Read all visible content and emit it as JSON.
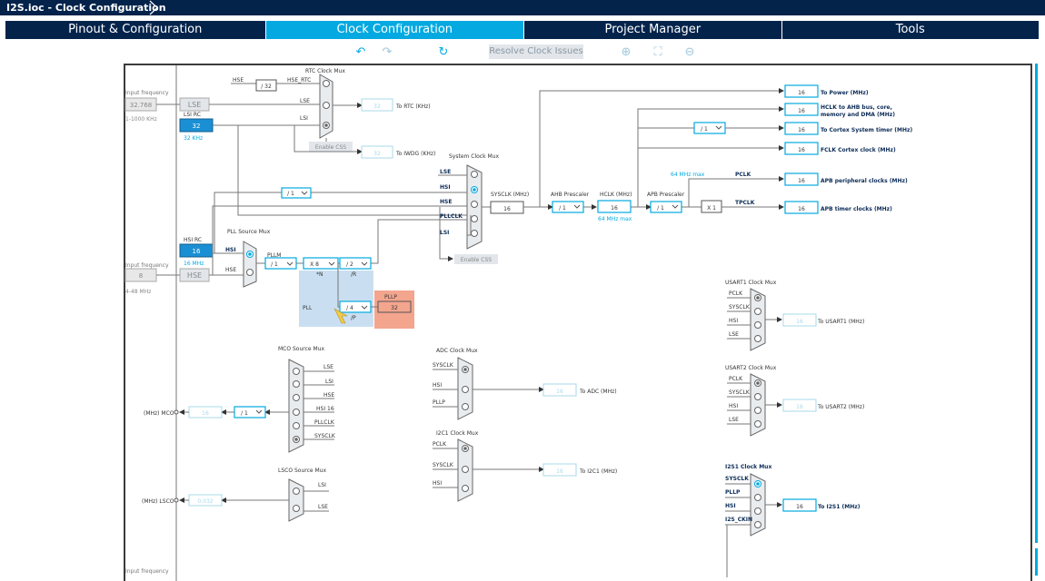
{
  "window": {
    "title": "I2S.ioc - Clock Configuration"
  },
  "tabs": [
    {
      "label": "Pinout & Configuration"
    },
    {
      "label": "Clock Configuration"
    },
    {
      "label": "Project Manager"
    },
    {
      "label": "Tools"
    }
  ],
  "toolbar": {
    "resolve_label": "Resolve Clock Issues"
  },
  "colors": {
    "navy": "#03234b",
    "accent": "#03a9e0",
    "pllp_box": "#f4a58e",
    "pll_area": "#c9dff1",
    "hsi_rc": "#1a8fd4"
  },
  "inputs": {
    "lse": {
      "freq_label": "Input frequency",
      "value": "32.768",
      "range": "1-1000 KHz",
      "name": "LSE"
    },
    "lsi": {
      "name": "LSI RC",
      "value": "32",
      "unit": "32 KHz"
    },
    "hsi": {
      "name": "HSI RC",
      "value": "16",
      "unit": "16 MHz"
    },
    "hse": {
      "freq_label": "Input frequency",
      "value": "8",
      "range": "4-48 MHz",
      "name": "HSE"
    },
    "bottom_label": "Input frequency"
  },
  "rtc": {
    "title": "RTC Clock Mux",
    "hse_label": "HSE",
    "div": "/ 32",
    "hse_rtc": "HSE_RTC",
    "lse_in": "LSE",
    "lsi_in": "LSI",
    "out_value": "32",
    "out_label": "To RTC (KHz)",
    "css_label": "Enable CSS",
    "iwdg_value": "32",
    "iwdg_label": "To IWDG (KHz)"
  },
  "pll": {
    "mux_title": "PLL Source Mux",
    "hsi_in": "HSI",
    "hse_in": "HSE",
    "m_label": "PLLM",
    "m_value": "/ 1",
    "n_value": "X 8",
    "n_label": "*N",
    "r_value": "/ 2",
    "r_label": "/R",
    "p_value": "/ 4",
    "p_label": "/P",
    "area_label": "PLL",
    "pllp_label": "PLLP",
    "pllp_value": "32"
  },
  "sysclk_mux": {
    "title": "System Clock Mux",
    "inputs": [
      "LSE",
      "HSI",
      "HSE",
      "PLLCLK",
      "LSI"
    ],
    "hsi_div": "/ 1",
    "css_label": "Enable CSS"
  },
  "sysclk": {
    "label": "SYSCLK (MHz)",
    "value": "16"
  },
  "ahb": {
    "label": "AHB Prescaler",
    "value": "/ 1"
  },
  "hclk": {
    "label": "HCLK (MHz)",
    "value": "16",
    "max": "64 MHz max"
  },
  "apb": {
    "label": "APB Prescaler",
    "value": "/ 1",
    "max": "64 MHz max",
    "pclk": "PCLK",
    "tpclk": "TPCLK",
    "mult": "X 1"
  },
  "cortex_div": "/ 1",
  "outputs": [
    {
      "value": "16",
      "label": "To Power (MHz)"
    },
    {
      "value": "16",
      "label": "HCLK to AHB bus, core,",
      "label2": "memory and DMA (MHz)"
    },
    {
      "value": "16",
      "label": "To Cortex System timer (MHz)"
    },
    {
      "value": "16",
      "label": "FCLK Cortex clock (MHz)"
    },
    {
      "value": "16",
      "label": "APB peripheral clocks (MHz)"
    },
    {
      "value": "16",
      "label": "APB timer clocks (MHz)"
    }
  ],
  "mco": {
    "title": "MCO Source Mux",
    "inputs": [
      "LSE",
      "LSI",
      "HSE",
      "HSI 16",
      "PLLCLK",
      "SYSCLK"
    ],
    "out_label": "(MHz) MCO",
    "value": "16",
    "div": "/ 1"
  },
  "lsco": {
    "title": "LSCO Source Mux",
    "inputs": [
      "LSI",
      "LSE"
    ],
    "out_label": "(MHz) LSCO",
    "value": "0.032"
  },
  "adc": {
    "title": "ADC Clock Mux",
    "inputs": [
      "SYSCLK",
      "HSI",
      "PLLP"
    ],
    "value": "16",
    "label": "To ADC (MHz)"
  },
  "i2c1": {
    "title": "I2C1 Clock Mux",
    "inputs": [
      "PCLK",
      "SYSCLK",
      "HSI"
    ],
    "value": "16",
    "label": "To I2C1 (MHz)"
  },
  "usart1": {
    "title": "USART1 Clock Mux",
    "inputs": [
      "PCLK",
      "SYSCLK",
      "HSI",
      "LSE"
    ],
    "value": "16",
    "label": "To USART1 (MHz)"
  },
  "usart2": {
    "title": "USART2 Clock Mux",
    "inputs": [
      "PCLK",
      "SYSCLK",
      "HSI",
      "LSE"
    ],
    "value": "16",
    "label": "To USART2 (MHz)"
  },
  "i2s1": {
    "title": "I2S1 Clock Mux",
    "inputs": [
      "SYSCLK",
      "PLLP",
      "HSI",
      "I2S_CKIN"
    ],
    "value": "16",
    "label": "To I2S1 (MHz)"
  }
}
